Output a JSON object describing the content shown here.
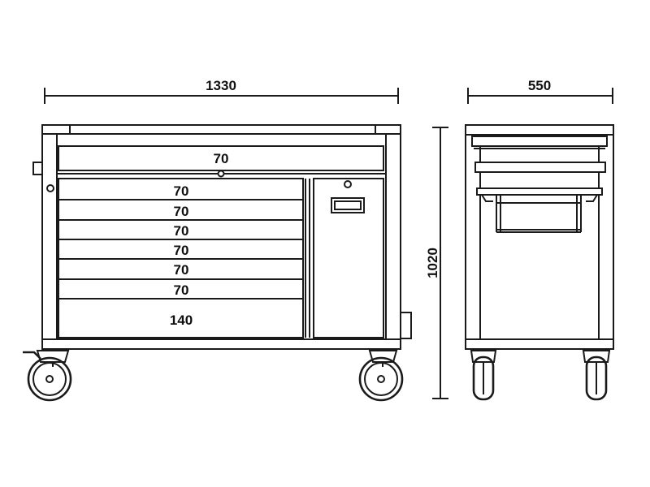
{
  "dimensions": {
    "front_width": "1330",
    "side_depth": "550",
    "height": "1020"
  },
  "drawers": {
    "top_drawer": "70",
    "left_stack": [
      "70",
      "70",
      "70",
      "70",
      "70",
      "70"
    ],
    "bottom_drawer": "140"
  },
  "colors": {
    "line": "#1a1a1a",
    "background": "#ffffff"
  }
}
